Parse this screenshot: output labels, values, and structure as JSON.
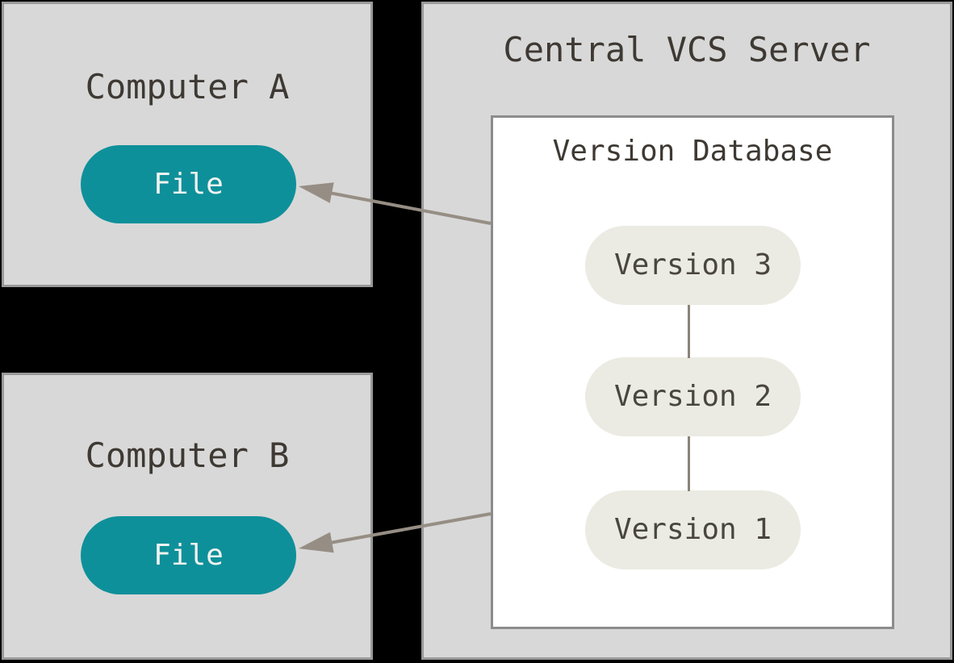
{
  "colors": {
    "background": "#000000",
    "box_fill": "#d8d8d8",
    "box_border": "#999999",
    "database_fill": "#ffffff",
    "database_border": "#8c8c8c",
    "file_pill": "#0e909a",
    "file_pill_text": "#f2f2f0",
    "version_pill": "#ebebe3",
    "version_pill_text": "#4a4540",
    "title_text": "#3e3933",
    "arrow": "#968e84",
    "connector_line": "#8a8379"
  },
  "computer_a": {
    "title": "Computer A",
    "file": {
      "label": "File"
    }
  },
  "computer_b": {
    "title": "Computer B",
    "file": {
      "label": "File"
    }
  },
  "server": {
    "title": "Central VCS Server",
    "database": {
      "title": "Version Database",
      "versions": [
        {
          "label": "Version 3"
        },
        {
          "label": "Version 2"
        },
        {
          "label": "Version 1"
        }
      ]
    }
  }
}
